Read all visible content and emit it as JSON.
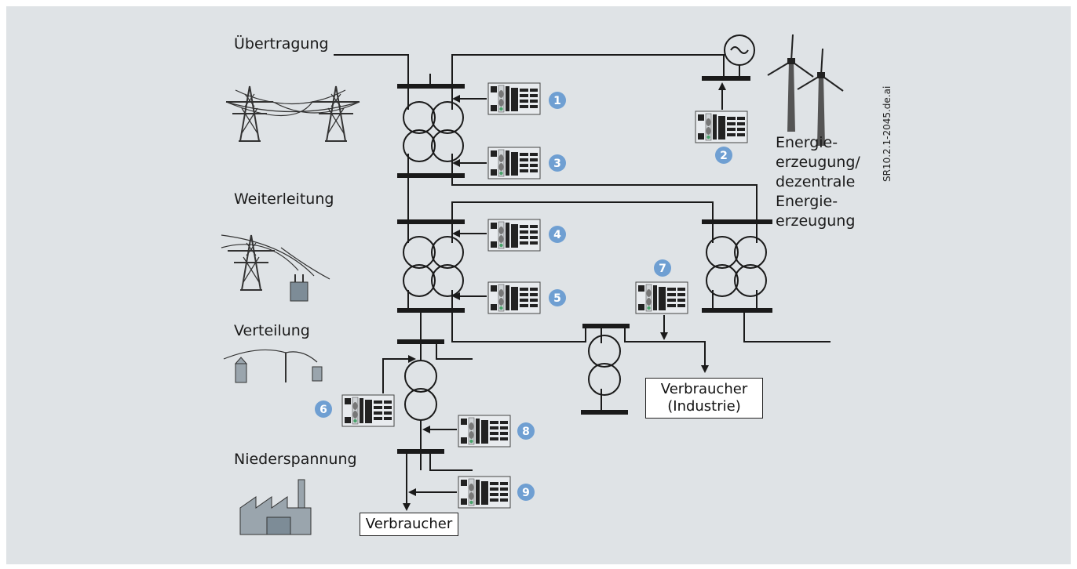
{
  "levels": {
    "transmission": "Übertragung",
    "subtransmission": "Weiterleitung",
    "distribution": "Verteilung",
    "low_voltage": "Niederspannung"
  },
  "generation": {
    "line1": "Energie-",
    "line2": "erzeugung/",
    "line3": "dezentrale",
    "line4": "Energie-",
    "line5": "erzeugung"
  },
  "consumers": {
    "industry_line1": "Verbraucher",
    "industry_line2": "(Industrie)",
    "general": "Verbraucher"
  },
  "figure_id": "SR10.2.1-2045.de.ai",
  "relays": [
    {
      "number": "1"
    },
    {
      "number": "2"
    },
    {
      "number": "3"
    },
    {
      "number": "4"
    },
    {
      "number": "5"
    },
    {
      "number": "6"
    },
    {
      "number": "7"
    },
    {
      "number": "8"
    },
    {
      "number": "9"
    }
  ],
  "colors": {
    "background": "#dfe3e6",
    "line": "#1a1a1a",
    "badge": "#6f9fd2",
    "device_face": "#e8ebee",
    "tower": "#333333"
  }
}
